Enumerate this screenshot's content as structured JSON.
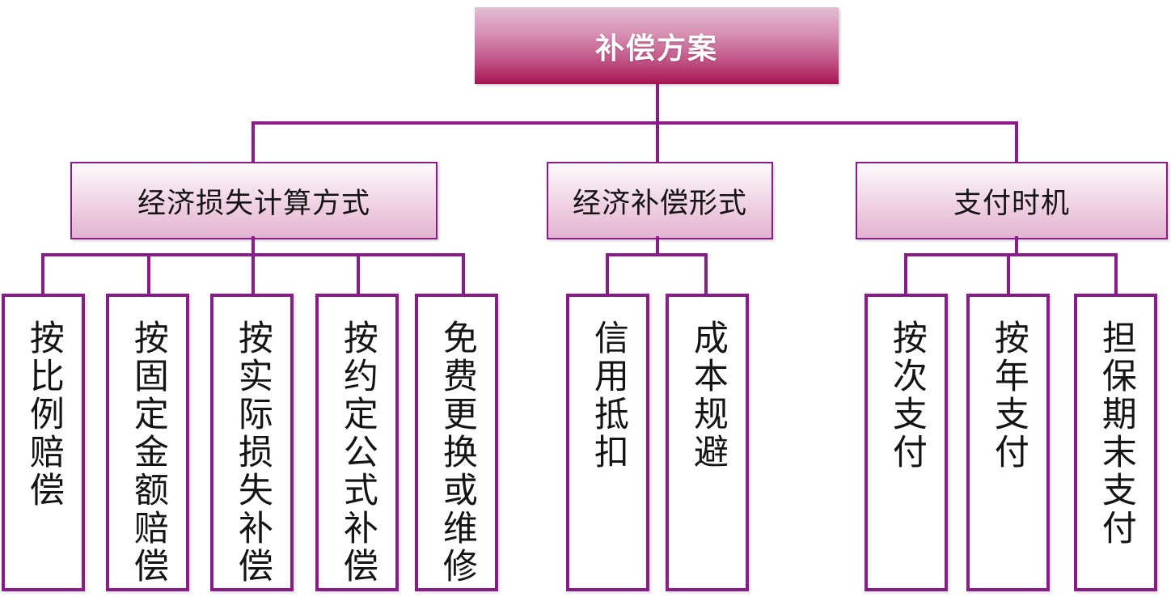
{
  "diagram": {
    "title": "补偿方案",
    "type": "organization-tree",
    "colors": {
      "root_gradient_top": "#e3bdd2",
      "root_gradient_bottom": "#a6134f",
      "branch_gradient_top": "#fdfafc",
      "branch_gradient_bottom": "#e2b4d0",
      "border": "#8B1A8B",
      "connector": "#8B1A8B",
      "leaf_background": "#ffffff",
      "root_text": "#ffffff",
      "node_text": "#141414"
    },
    "root": {
      "label": "补偿方案"
    },
    "branches": [
      {
        "label": "经济损失计算方式",
        "leaves": [
          {
            "label": "按比例赔偿"
          },
          {
            "label": "按固定金额赔偿"
          },
          {
            "label": "按实际损失补偿"
          },
          {
            "label": "按约定公式补偿"
          },
          {
            "label": "免费更换或维修"
          }
        ]
      },
      {
        "label": "经济补偿形式",
        "leaves": [
          {
            "label": "信用抵扣"
          },
          {
            "label": "成本规避"
          }
        ]
      },
      {
        "label": "支付时机",
        "leaves": [
          {
            "label": "按次支付"
          },
          {
            "label": "按年支付"
          },
          {
            "label": "担保期末支付"
          }
        ]
      }
    ]
  }
}
